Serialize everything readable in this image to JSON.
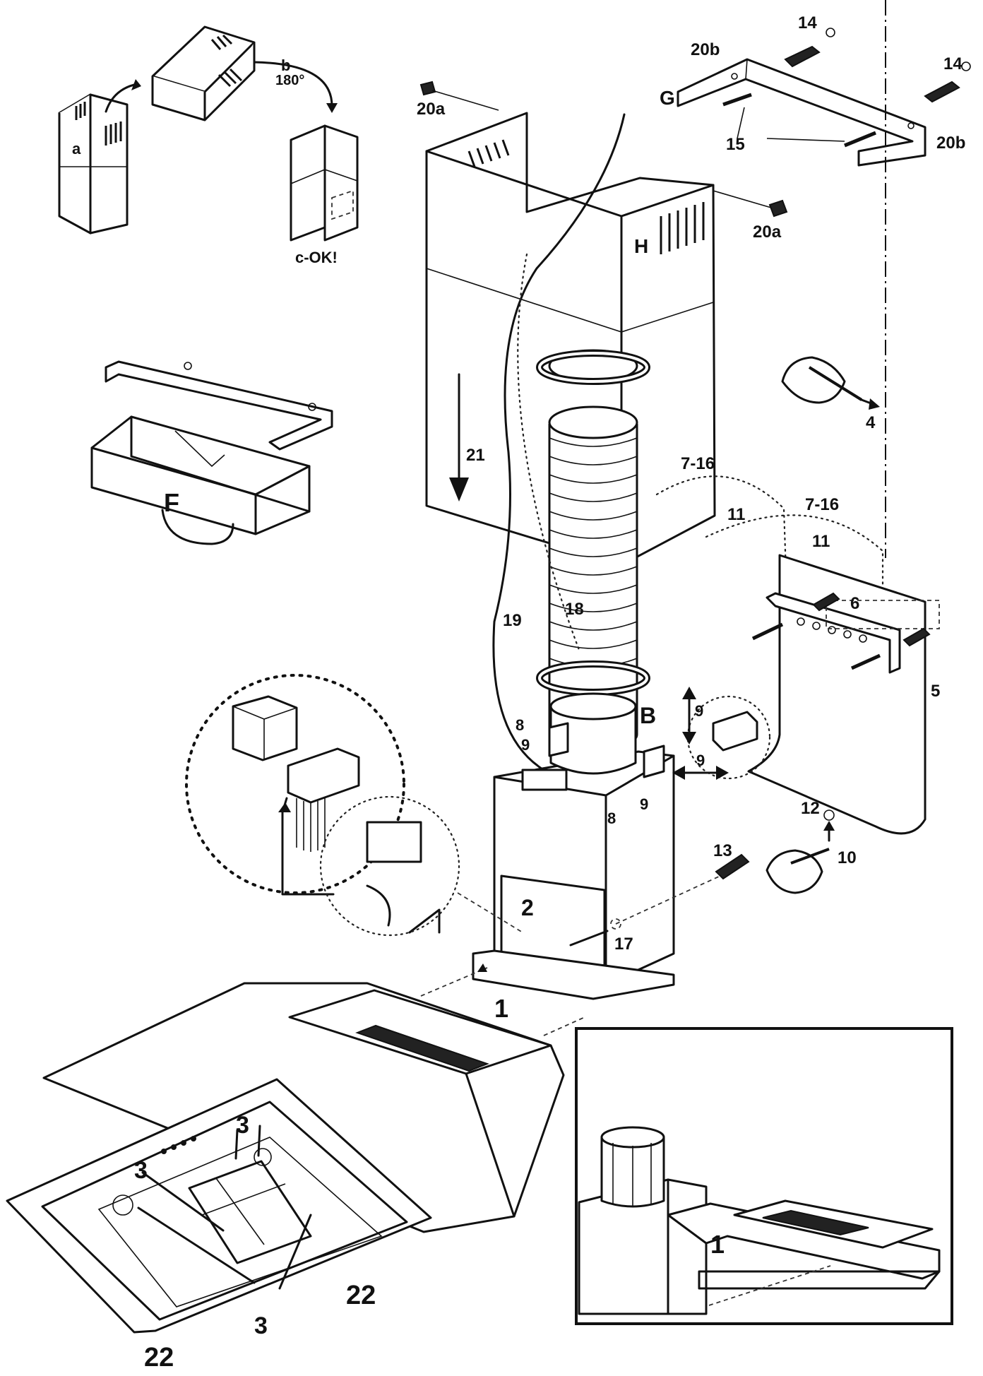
{
  "labels": {
    "a": "a",
    "b": "b",
    "deg180": "180°",
    "c_ok": "c-OK!",
    "l20a_top": "20a",
    "l20a_right": "20a",
    "l20b_left": "20b",
    "l20b_right": "20b",
    "l14_a": "14",
    "l14_b": "14",
    "G": "G",
    "l15": "15",
    "H": "H",
    "F": "F",
    "l4": "4",
    "l21": "21",
    "l7_16_a": "7-16",
    "l7_16_b": "7-16",
    "l11_a": "11",
    "l11_b": "11",
    "l6": "6",
    "l5": "5",
    "l18": "18",
    "l19": "19",
    "B": "B",
    "l8_a": "8",
    "l8_b": "8",
    "l9_a": "9",
    "l9_b": "9",
    "l9_c": "9",
    "l9_d": "9",
    "l12": "12",
    "l10": "10",
    "l13": "13",
    "l2": "2",
    "l17": "17",
    "l1_main": "1",
    "l1_inset": "1",
    "l3_a": "3",
    "l3_b": "3",
    "l3_c": "3",
    "l22_a": "22",
    "l22_b": "22"
  }
}
